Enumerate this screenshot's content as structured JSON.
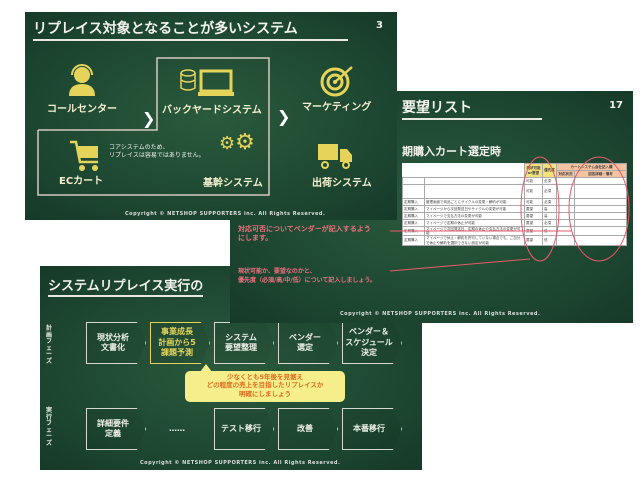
{
  "slide1": {
    "title": "リプレイス対象となることが多いシステム",
    "page": "3",
    "items": {
      "call_center": "コールセンター",
      "backyard": "バックヤードシステム",
      "marketing": "マーケティング",
      "ec_cart": "ECカート",
      "core": "基幹システム",
      "shipping": "出荷システム"
    },
    "note": [
      "コアシステムのため、",
      "リプレイスは容易ではありません。"
    ],
    "copyright": "Copyright © NETSHOP SUPPORTERS inc. All Rights Reserved."
  },
  "slide2": {
    "title": "要望リスト",
    "page": "17",
    "subtitle": "期購入カート選定時",
    "table": {
      "group_header": "カートシステム会社記入欄",
      "headers": [
        "現状可能or要望",
        "優先度",
        "対応状況",
        "回答詳細・備考"
      ],
      "rows": [
        [
          "",
          "",
          "可能",
          "必須"
        ],
        [
          "",
          "",
          "可能",
          "必須"
        ],
        [
          "定期購入",
          "管理画面で商品ごとにサイクルの変更・解約が可能",
          "可能",
          "必須"
        ],
        [
          "定期購入",
          "マイページから次回発送日やサイクルの変更が可能",
          "要望",
          "高"
        ],
        [
          "定期購入",
          "マイページで支払方法の変更が可能",
          "要望",
          "高"
        ],
        [
          "定期購入",
          "マイページで定期の休止が可能",
          "要望",
          "必須"
        ],
        [
          "定期購入",
          "マイページで次回発送日、定期の休止や支払方法の変更が可能",
          "要望",
          "低"
        ],
        [
          "定期購入",
          "マイページで休止・解約を許可していない場合でも、ご自分で休止や解約を選択できない設定が可能",
          "要望",
          "低"
        ]
      ]
    },
    "annotation_right": [
      "対応可否についてベンダーが記入するよう",
      "にします。"
    ],
    "annotation_bottom": [
      "現状可能か、要望なのかと、",
      "優先度（必須/高/中/低）について記入しましょう。"
    ],
    "copyright": "Copyright © NETSHOP SUPPORTERS inc. All Rights Reserved."
  },
  "slide3": {
    "title": "システムリプレイス実行の",
    "phase_plan": "計画フェーズ",
    "phase_exec": "実行フェーズ",
    "plan_steps": [
      "現状分析\n文書化",
      "事業成長\n計画から5\n課題予測",
      "システム\n要望整理",
      "ベンダー\n選定",
      "ベンダー＆\nスケジュール\n決定"
    ],
    "exec_steps": [
      "詳細要件\n定義",
      "……",
      "テスト移行",
      "改善",
      "本番移行"
    ],
    "callout": [
      "少なくとも5年後を見据え",
      "どの程度の売上を目指したリプレイスか",
      "明確にしましょう"
    ],
    "copyright": "Copyright © NETSHOP SUPPORTERS inc. All Rights Reserved."
  },
  "colors": {
    "board": "#1f4a32",
    "accent": "#e6d45a",
    "annotation": "#e85a6a"
  }
}
